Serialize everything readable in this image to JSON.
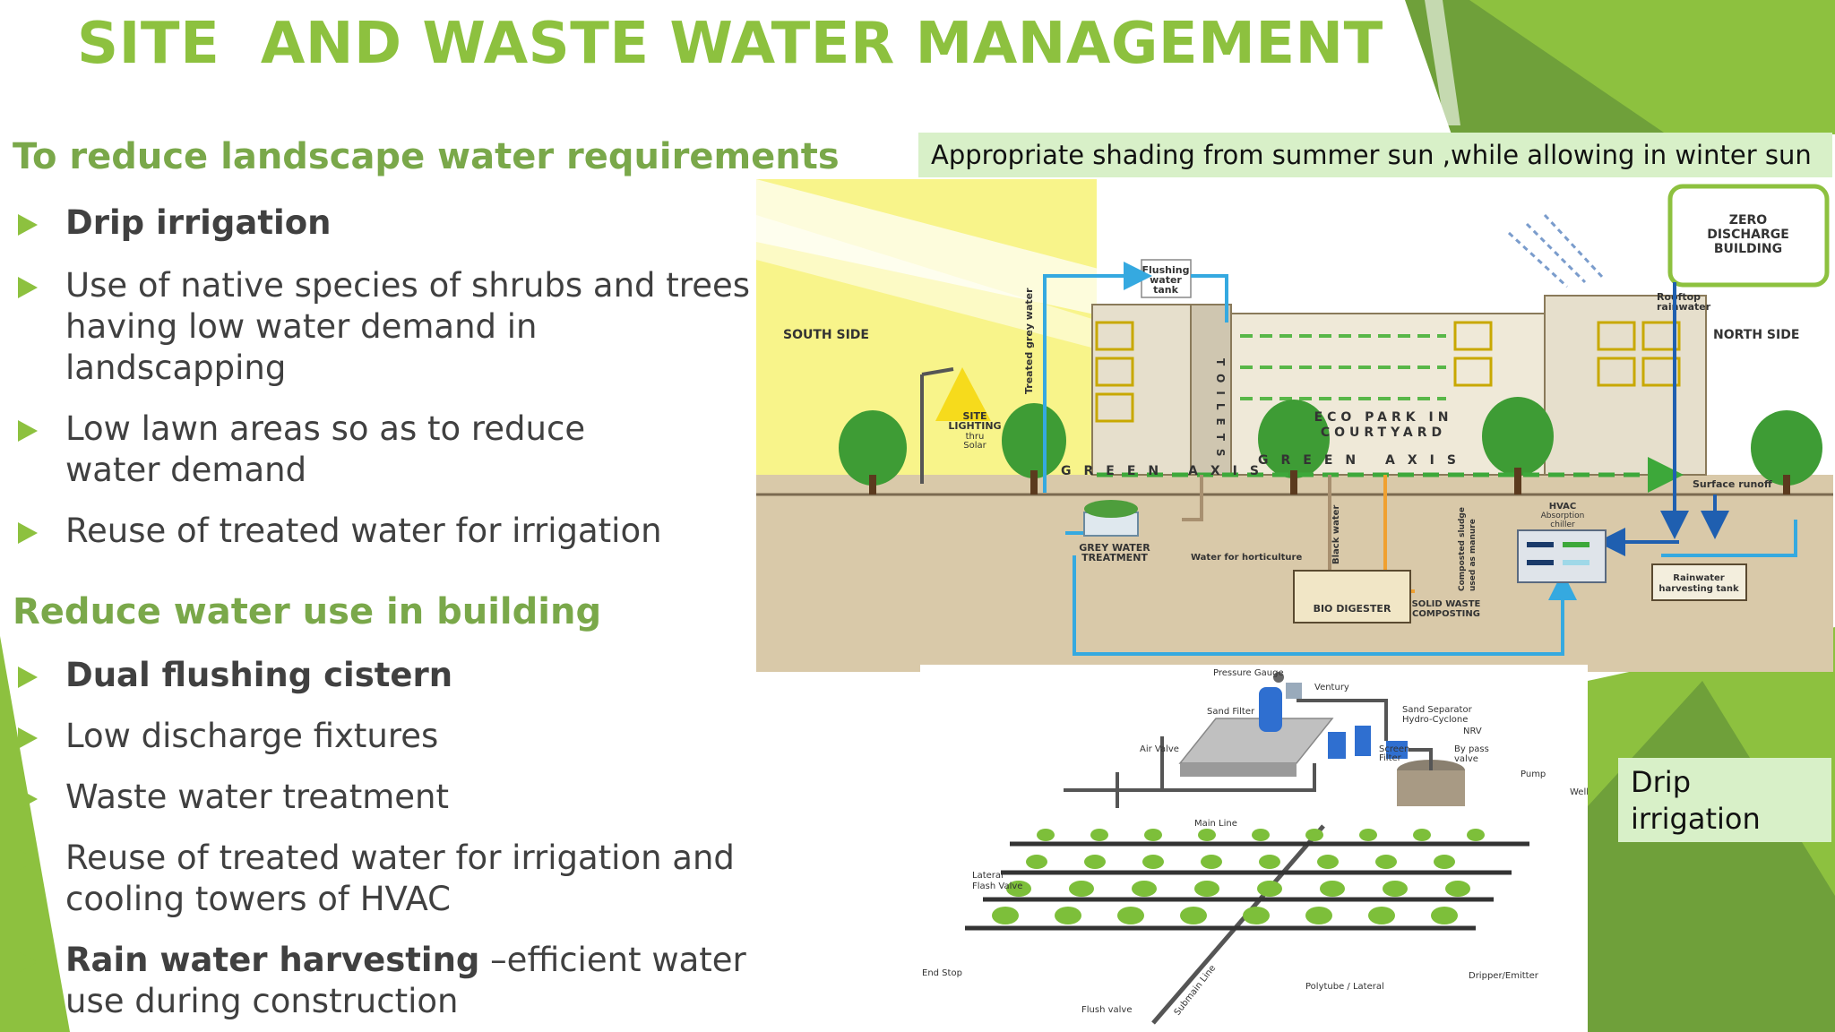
{
  "slide": {
    "title": "SITE  AND WASTE WATER MANAGEMENT",
    "accent_color": "#8dc13f",
    "heading_color": "#7aa84a"
  },
  "section1": {
    "heading": "To reduce landscape water requirements",
    "bullets": [
      {
        "bold": "Drip irrigation",
        "text": ""
      },
      {
        "bold": "",
        "text": "Use of native species of shrubs and trees having low water demand in landscapping"
      },
      {
        "bold": "",
        "text": "Low lawn areas so as to reduce water demand"
      },
      {
        "bold": "",
        "text": "Reuse of treated water for irrigation"
      }
    ]
  },
  "section2": {
    "heading": "Reduce water use in building",
    "bullets": [
      {
        "bold": "Dual flushing cistern",
        "text": ""
      },
      {
        "bold": "",
        "text": "Low discharge fixtures"
      },
      {
        "bold": "",
        "text": "Waste water treatment"
      },
      {
        "bold": "",
        "text": "Reuse of treated water for irrigation and cooling towers of HVAC"
      },
      {
        "bold": "Rain water harvesting",
        "text": " –efficient water use during construction"
      }
    ]
  },
  "callouts": {
    "shading": "Appropriate shading from summer sun ,while allowing in winter sun",
    "drip": "Drip irrigation"
  },
  "site_diagram": {
    "zero_discharge": [
      "ZERO",
      "DISCHARGE",
      "BUILDING"
    ],
    "south_side": "SOUTH SIDE",
    "north_side": "NORTH SIDE",
    "flushing_tank": [
      "Flushing",
      "water",
      "tank"
    ],
    "rooftop_rainwater": [
      "Rooftop",
      "rainwater"
    ],
    "treated_grey_water": "Treated grey water",
    "toilets": "TOILETS",
    "site_lighting": [
      "SITE",
      "LIGHTING",
      "thru",
      "Solar"
    ],
    "eco_park": [
      "ECO PARK IN",
      "COURTYARD"
    ],
    "green_axis_1": "GREEN AXIS",
    "green_axis_2": "GREEN AXIS",
    "surface_runoff": "Surface runoff",
    "grey_water_treatment": [
      "GREY WATER",
      "TREATMENT"
    ],
    "water_for_horticulture": "Water for horticulture",
    "black_water": "Black water",
    "composted_sludge": [
      "Composted sludge",
      "used as manure"
    ],
    "hvac": [
      "HVAC",
      "Absorption",
      "chiller"
    ],
    "bio_digester": "BIO DIGESTER",
    "solid_waste": [
      "SOLID WASTE",
      "COMPOSTING"
    ],
    "rainwater_tank": [
      "Rainwater",
      "harvesting tank"
    ]
  },
  "drip_diagram": {
    "pressure_gauge": "Pressure Gauge",
    "ventury": "Ventury",
    "sand_filter": "Sand Filter",
    "sand_separator": [
      "Sand Separator",
      "Hydro-Cyclone"
    ],
    "nrv": "NRV",
    "air_valve": "Air Valve",
    "screen_filter": [
      "Screen",
      "Filter"
    ],
    "bypass_valve": [
      "By pass",
      "valve"
    ],
    "pump": "Pump",
    "well": "Well",
    "main_line": "Main Line",
    "lateral_flush_valve": [
      "Lateral",
      "Flash Valve"
    ],
    "end_stop": "End Stop",
    "flush_valve": "Flush valve",
    "submain_line": "Submain Line",
    "polytube": "Polytube / Lateral",
    "dripper": "Dripper/Emitter"
  }
}
